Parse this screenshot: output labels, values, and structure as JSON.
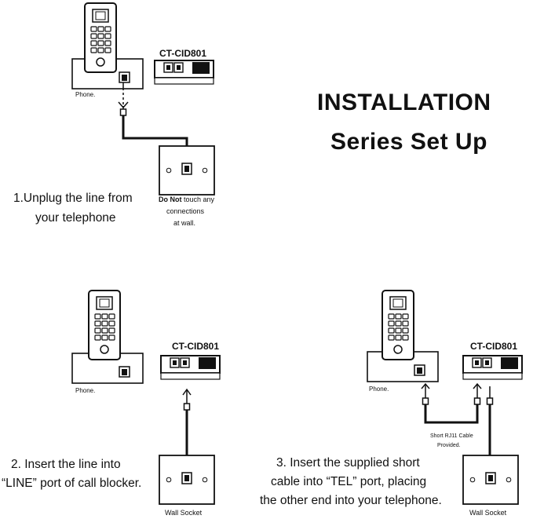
{
  "header": {
    "title_line1": "INSTALLATION",
    "title_line2": "Series Set Up"
  },
  "panel1": {
    "model": "CT-CID801",
    "phone_label": "Phone.",
    "instruction_line1": "1.Unplug the line from",
    "instruction_line2": "your telephone",
    "note_bold": "Do Not",
    "note_rest": " touch any",
    "note_line2": "connections",
    "note_line3": "at wall."
  },
  "panel2": {
    "model": "CT-CID801",
    "phone_label": "Phone.",
    "instruction_line1": "2. Insert the line into",
    "instruction_line2": "“LINE”  port of call blocker.",
    "socket_label": "Wall Socket"
  },
  "panel3": {
    "model": "CT-CID801",
    "phone_label": "Phone.",
    "cable_note_line1": "Short RJ11 Cable",
    "cable_note_line2": "Provided.",
    "instruction_line1": "3. Insert the supplied short",
    "instruction_line2": "cable into “TEL”  port, placing",
    "instruction_line3": "the other end into your telephone.",
    "socket_label": "Wall Socket"
  }
}
